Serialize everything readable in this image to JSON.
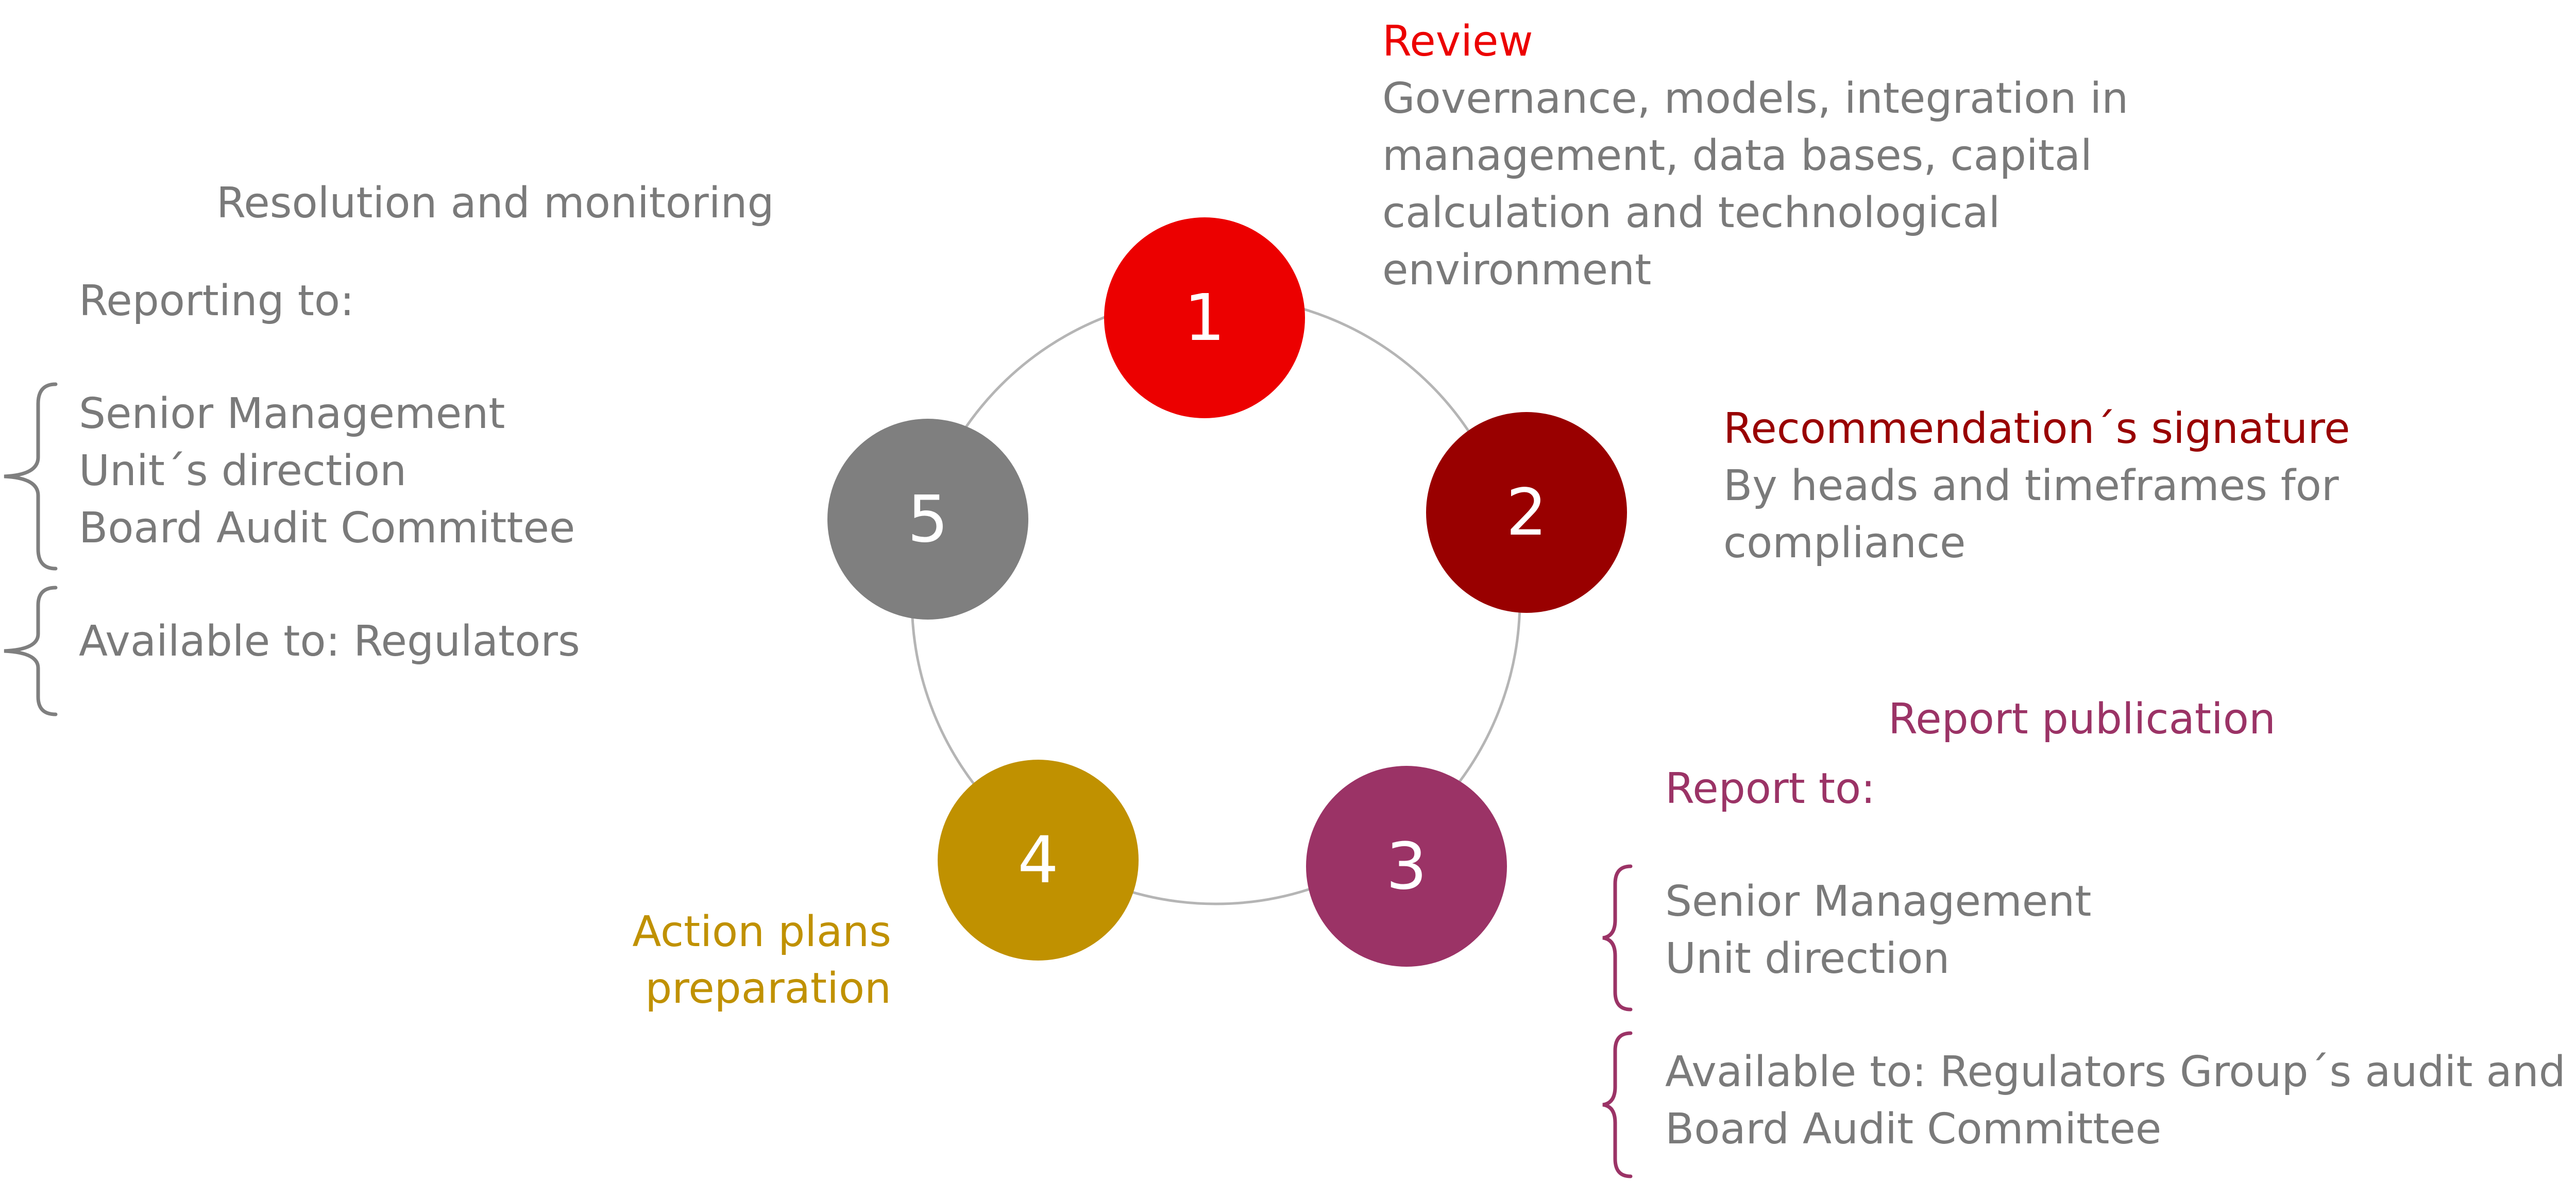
{
  "colors": {
    "red": "#ec0000",
    "darkred": "#990000",
    "plum": "#9b3366",
    "gold": "#c09100",
    "grey": "#7f7f7f",
    "text_grey": "#7a7a7a",
    "ring": "#b5b5b5"
  },
  "nodes": [
    {
      "number": "1"
    },
    {
      "number": "2"
    },
    {
      "number": "3"
    },
    {
      "number": "4"
    },
    {
      "number": "5"
    }
  ],
  "review": {
    "title": "Review",
    "lines": [
      "Governance, models, integration in",
      "management, data bases, capital",
      "calculation and technological",
      "environment"
    ]
  },
  "recommendation": {
    "title": "Recommendation´s signature",
    "lines": [
      "By heads and timeframes for",
      "compliance"
    ]
  },
  "report_publication": {
    "title": "Report publication",
    "report_to": "Report to:",
    "group1": [
      "Senior Management",
      "Unit direction"
    ],
    "group2": [
      "Available to: Regulators Group´s audit and",
      "Board Audit Committee"
    ]
  },
  "action_plans": {
    "lines": [
      "Action plans",
      "preparation"
    ]
  },
  "resolution": {
    "title": "Resolution and monitoring",
    "reporting_to": "Reporting to:",
    "group1": [
      "Senior Management",
      "Unit´s direction",
      "Board Audit Committee"
    ],
    "group2": [
      "Available to: Regulators"
    ]
  }
}
